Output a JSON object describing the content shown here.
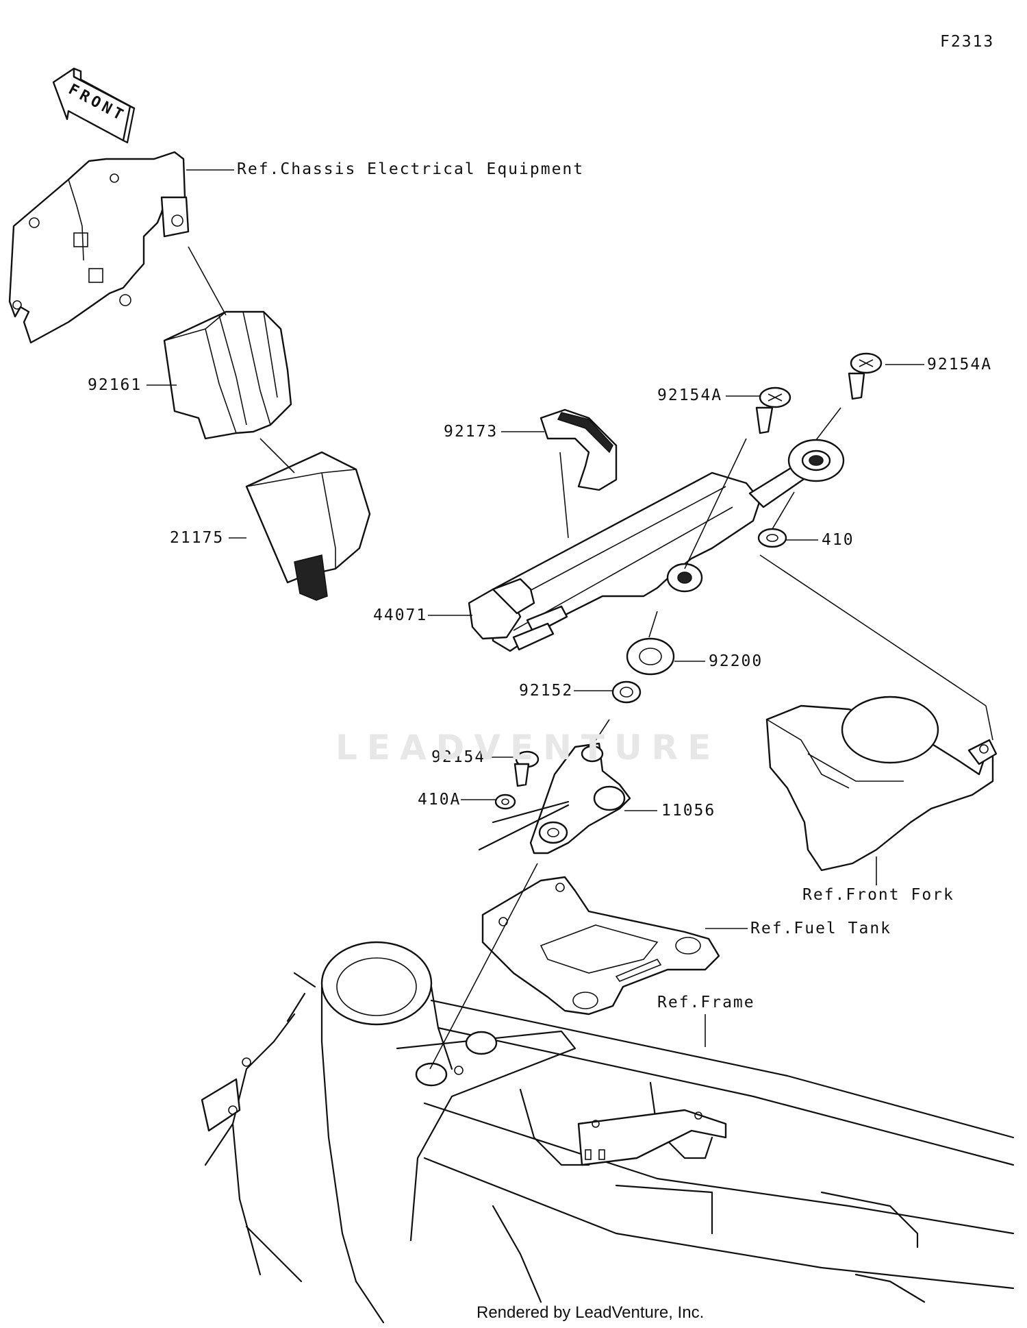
{
  "figure_code": "F2313",
  "front_arrow_text": "FRONT",
  "watermark": "LEADVENTURE",
  "footer": "Rendered by LeadVenture, Inc.",
  "references": {
    "chassis_electrical": "Ref.Chassis Electrical Equipment",
    "front_fork": "Ref.Front Fork",
    "fuel_tank": "Ref.Fuel Tank",
    "frame": "Ref.Frame"
  },
  "parts": {
    "p92161": "92161",
    "p21175": "21175",
    "p92173": "92173",
    "p44071": "44071",
    "p92154A_top": "92154A",
    "p92154A_mid": "92154A",
    "p410": "410",
    "p92200": "92200",
    "p92152": "92152",
    "p92154": "92154",
    "p410A": "410A",
    "p11056": "11056"
  },
  "colors": {
    "line": "#111111",
    "watermark": "#e7e7e7"
  }
}
